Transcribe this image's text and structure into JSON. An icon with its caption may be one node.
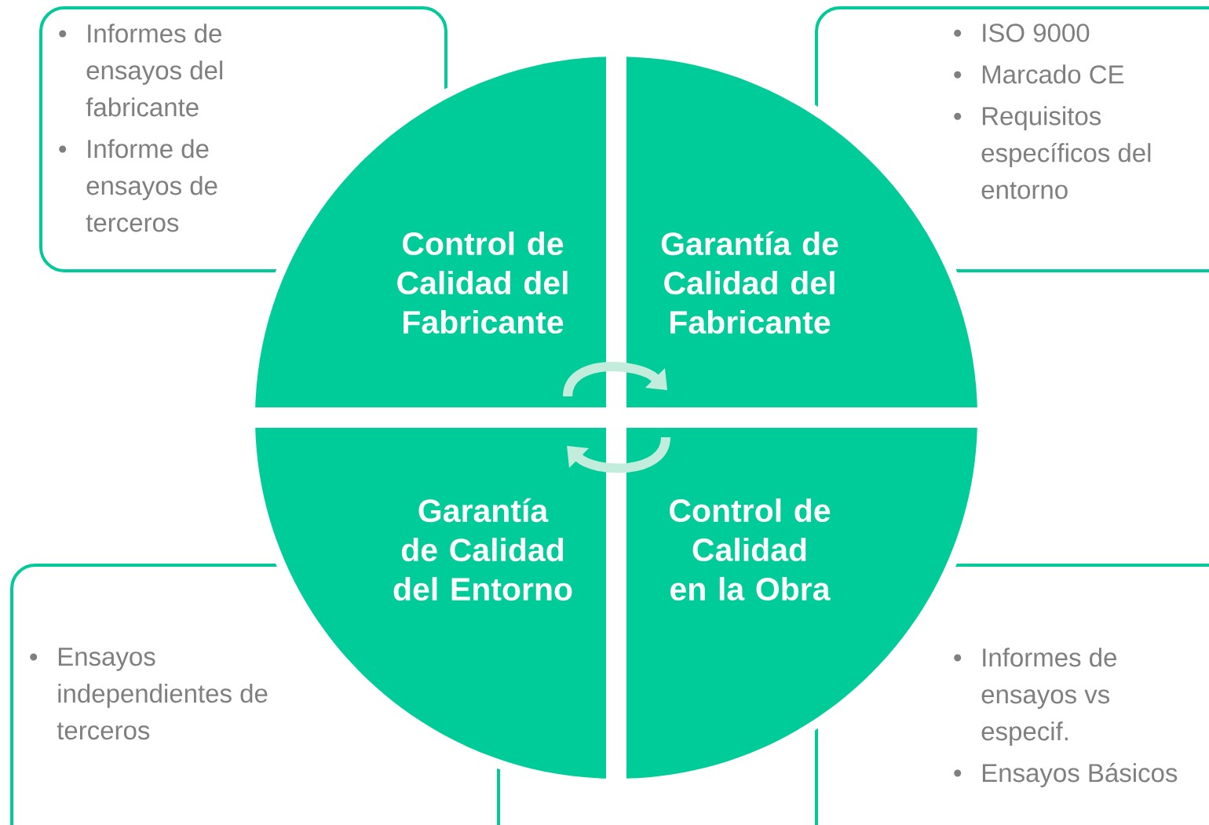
{
  "diagram": {
    "nodes": [
      {
        "text": [
          "Control de Calidad del Fabricante"
        ]
      },
      {
        "text": [
          "Garantía de Calidad del Fabricante"
        ]
      },
      {
        "text": [
          "Garantía de Calidad del Entorno"
        ]
      },
      {
        "text": [
          "Control de Calidad en la Obra"
        ]
      },
      {
        "text": [
          "Informes de ensayos del fabricante",
          "Informe de ensayos de terceros"
        ]
      },
      {
        "text": [
          "ISO 9000",
          "Marcado CE",
          "Requisitos específicos del entorno"
        ]
      },
      {
        "text": [
          "Ensayos independientes de terceros"
        ]
      },
      {
        "text": [
          "Informes de ensayos vs especif.",
          "Ensayos Básicos"
        ]
      }
    ],
    "edges": [
      {
        "from": 0,
        "to": 1,
        "arrow": "to"
      },
      {
        "from": 3,
        "to": 2,
        "arrow": "to"
      }
    ]
  }
}
